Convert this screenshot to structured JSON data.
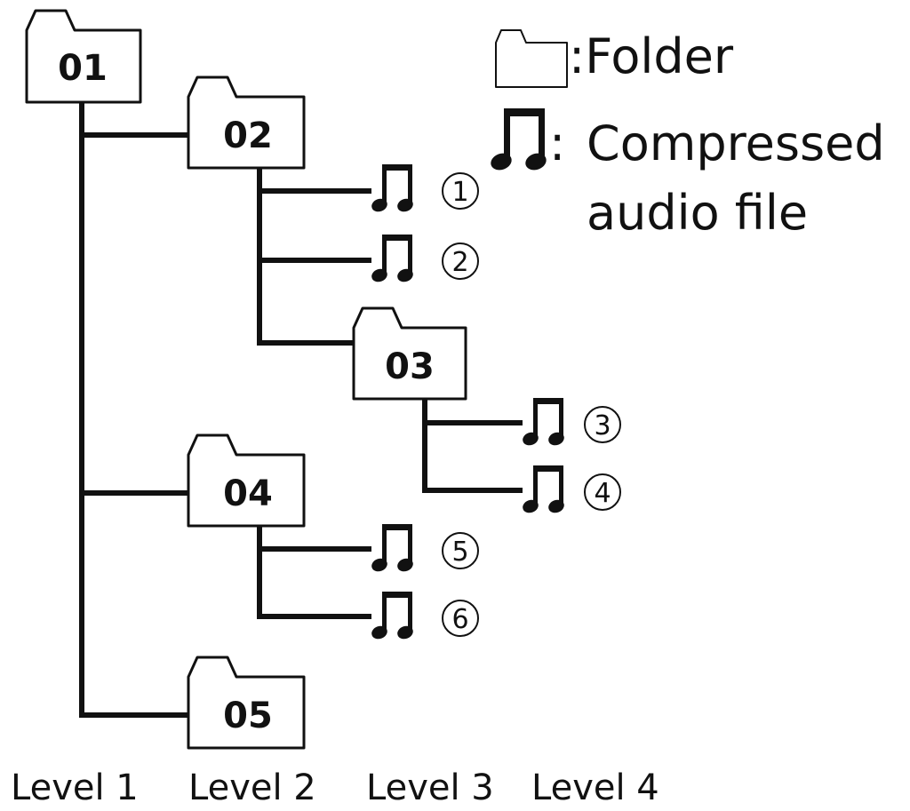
{
  "legend": {
    "folder_label": ":Folder",
    "audio_colon": ":",
    "audio_line1": "Compressed",
    "audio_line2": "audio file"
  },
  "folders": [
    {
      "id": "f01",
      "label": "01"
    },
    {
      "id": "f02",
      "label": "02"
    },
    {
      "id": "f03",
      "label": "03"
    },
    {
      "id": "f04",
      "label": "04"
    },
    {
      "id": "f05",
      "label": "05"
    }
  ],
  "files": [
    {
      "id": "a1",
      "number": "1"
    },
    {
      "id": "a2",
      "number": "2"
    },
    {
      "id": "a3",
      "number": "3"
    },
    {
      "id": "a4",
      "number": "4"
    },
    {
      "id": "a5",
      "number": "5"
    },
    {
      "id": "a6",
      "number": "6"
    }
  ],
  "levels": [
    "Level 1",
    "Level 2",
    "Level 3",
    "Level 4"
  ],
  "icons": {
    "folder": "folder-icon",
    "audio": "music-note-icon"
  }
}
